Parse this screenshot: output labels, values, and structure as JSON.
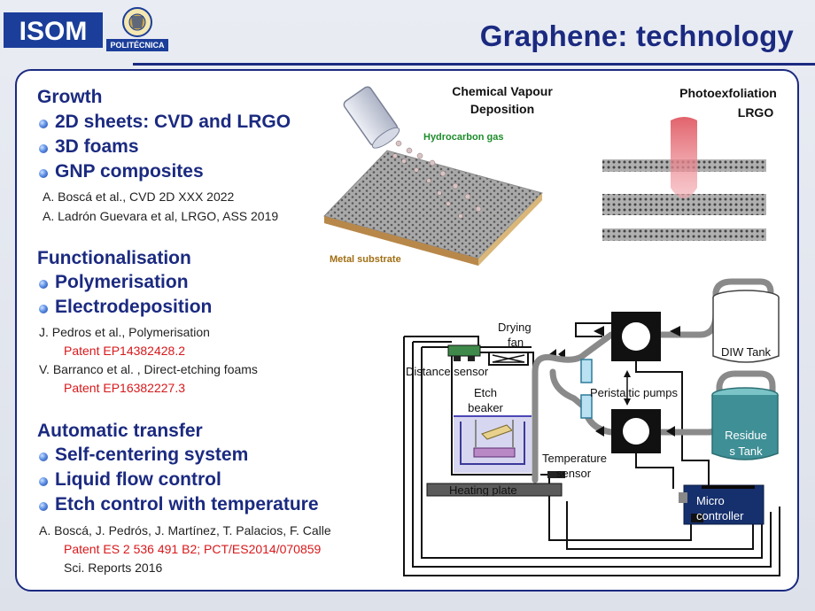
{
  "header": {
    "title": "Graphene: technology",
    "logo_left_text": "ISOM",
    "logo_right_text": "POLITÉCNICA"
  },
  "sections": [
    {
      "heading": "Growth",
      "bullets": [
        "2D sheets: CVD and LRGO",
        "3D foams",
        "GNP composites"
      ],
      "refs": [
        "A. Boscá et al., CVD 2D XXX 2022",
        "A. Ladrón Guevara et al, LRGO, ASS 2019"
      ]
    },
    {
      "heading": "Functionalisation",
      "bullets": [
        "Polymerisation",
        "Electrodeposition"
      ],
      "refs": [
        "J. Pedros et al., Polymerisation",
        "Patent EP14382428.2",
        "V. Barranco et al. , Direct-etching foams",
        "Patent EP16382227.3"
      ]
    },
    {
      "heading": "Automatic transfer",
      "bullets": [
        "Self-centering system",
        "Liquid flow control",
        "Etch control with temperature"
      ],
      "refs": [
        "A. Boscá, J. Pedrós, J. Martínez, T. Palacios, F. Calle",
        "Patent ES 2 536 491 B2; PCT/ES2014/070859",
        "Sci. Reports 2016"
      ]
    }
  ],
  "cvd": {
    "title_line1": "Chemical Vapour",
    "title_line2": "Deposition",
    "gas_label": "Hydrocarbon gas",
    "substrate_label": "Metal substrate"
  },
  "photo": {
    "title": "Photoexfoliation",
    "subtitle": "LRGO"
  },
  "transfer": {
    "drying_fan": "Drying fan",
    "distance_sensor": "Distance sensor",
    "etch_beaker": "Etch beaker",
    "peristaltic_pumps": "Peristaltic pumps",
    "diw_tank": "DIW Tank",
    "residue_tank_1": "Residue",
    "residue_tank_2": "s Tank",
    "temperature_sensor_1": "Temperature",
    "temperature_sensor_2": "sensor",
    "heating_plate": "Heating plate",
    "micro_controller_1": "Micro",
    "micro_controller_2": "controller"
  },
  "colors": {
    "navy": "#1b2a80",
    "red": "#d8181b",
    "laser": "#e05a64",
    "residue": "#3f8f96"
  }
}
